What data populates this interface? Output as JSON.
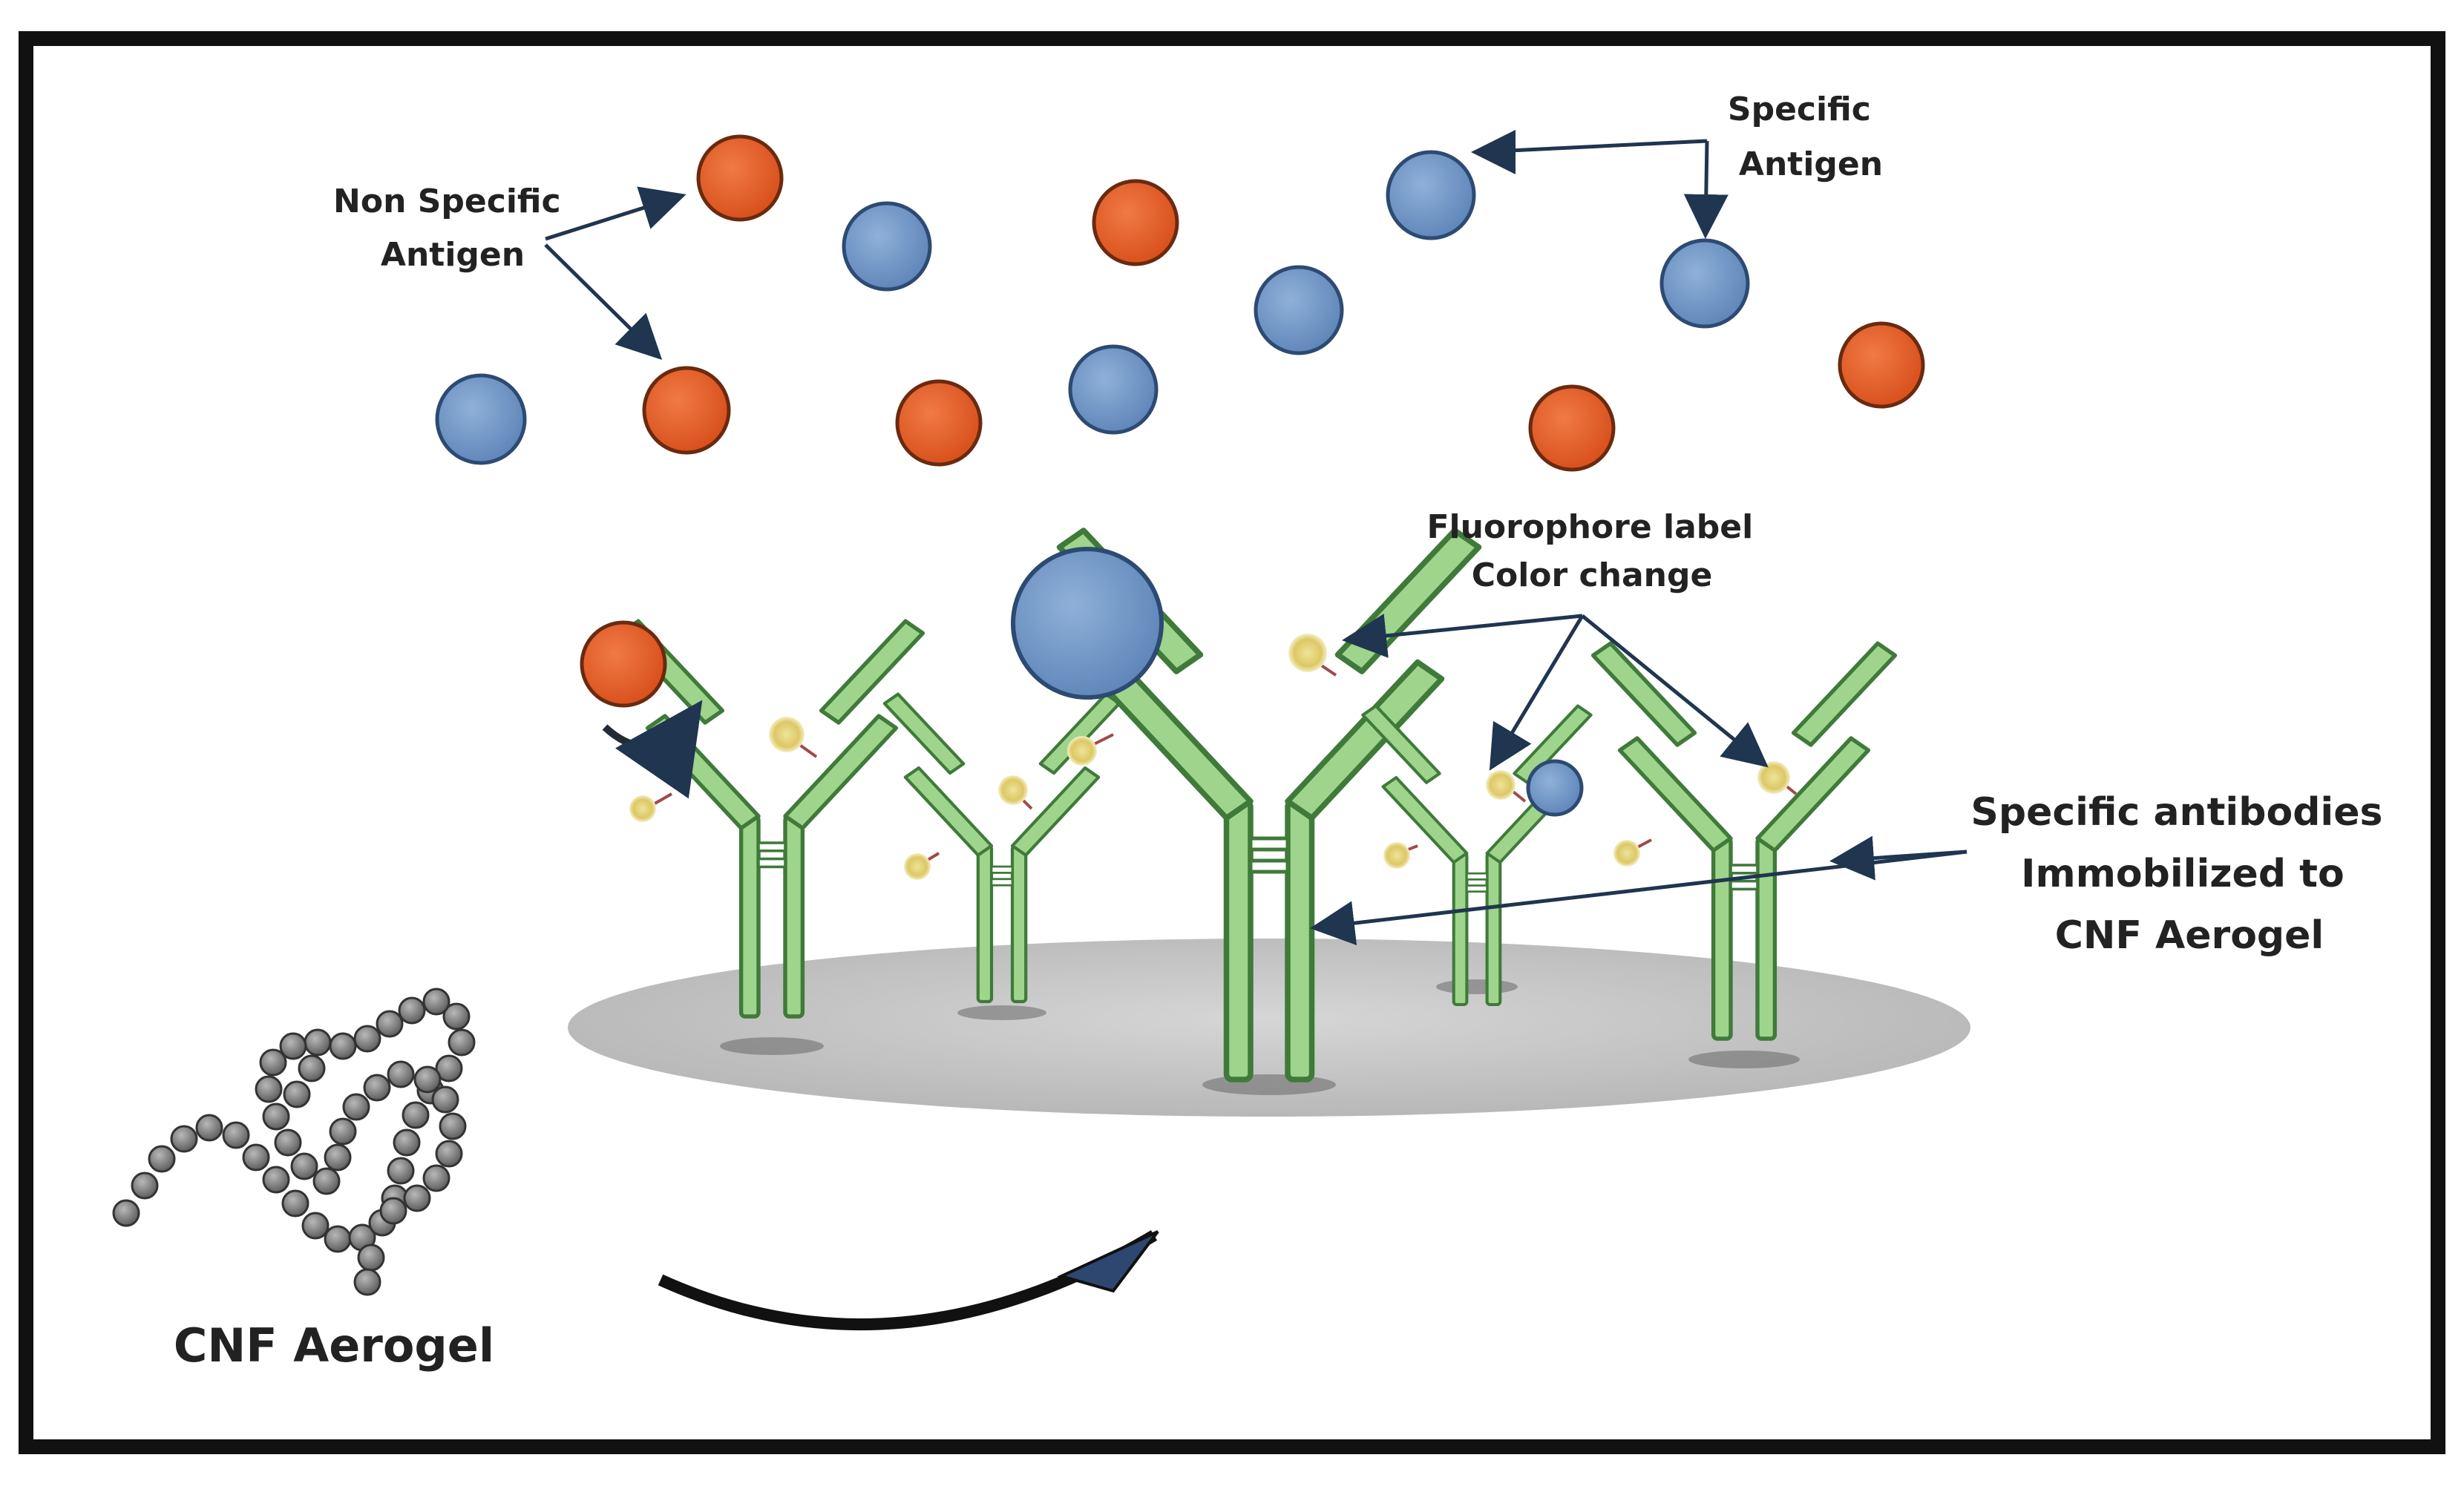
{
  "labels": {
    "non_specific_line1": "Non Specific",
    "non_specific_line2": "Antigen",
    "specific_line1": "Specific",
    "specific_line2": "Antigen",
    "fluorophore_line1": "Fluorophore label",
    "fluorophore_line2": "Color change",
    "antibodies_line1": "Specific antibodies",
    "antibodies_line2": "Immobilized to",
    "antibodies_line3": "CNF Aerogel",
    "cnf": "CNF Aerogel"
  },
  "colors": {
    "specific_antigen": "#6f94c4",
    "non_specific_antigen": "#e8622c",
    "antibody": "#9fd48c",
    "antibody_outline": "#3f7a3a",
    "aerogel_surface": "#c9c9c9",
    "fiber_bead": "#8a8a8a",
    "frame": "#111111",
    "arrow": "#1f3550",
    "fluorophore": "#e6d27a"
  },
  "icons": {
    "fiber": "cnf-fiber-chain-icon",
    "rotation": "rotation-arrow-icon",
    "fluorophore": "fluorophore-dot-icon"
  }
}
